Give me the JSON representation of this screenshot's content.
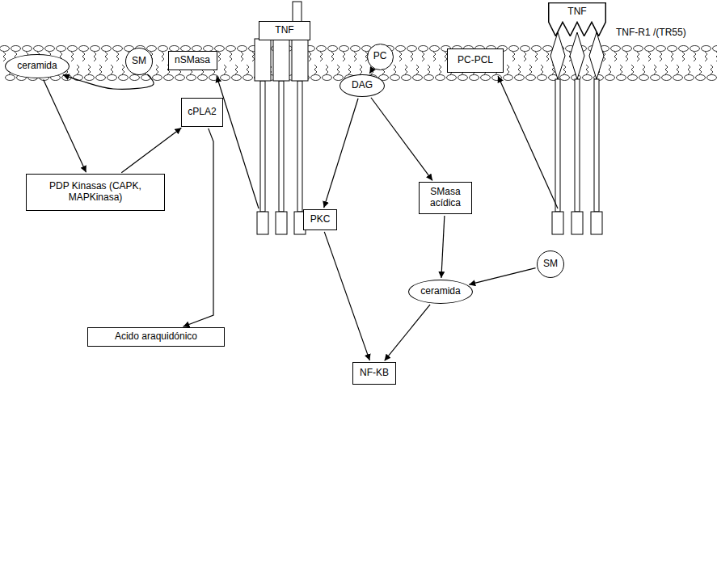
{
  "diagram": {
    "nodes": [
      {
        "text": [
          "TNF"
        ]
      },
      {
        "text": [
          "TNF"
        ]
      },
      {
        "text": [
          "SM"
        ]
      },
      {
        "text": [
          "nSMasa"
        ]
      },
      {
        "text": [
          "ceramida"
        ]
      },
      {
        "text": [
          "PC"
        ]
      },
      {
        "text": [
          "PC-PCL"
        ]
      },
      {
        "text": [
          "DAG"
        ]
      },
      {
        "text": [
          "cPLA2"
        ]
      },
      {
        "text": [
          "PDP Kinasas (CAPK, MAPKinasa)"
        ]
      },
      {
        "text": [
          "PKC"
        ]
      },
      {
        "text": [
          "SMasa acídica"
        ]
      },
      {
        "text": [
          "SM"
        ]
      },
      {
        "text": [
          "ceramida"
        ]
      },
      {
        "text": [
          "Acido araquidónico"
        ]
      },
      {
        "text": [
          "NF-KB"
        ]
      }
    ],
    "edges": [
      {
        "from": 2,
        "to": 4,
        "arrow": "to"
      },
      {
        "from": 4,
        "to": 9,
        "arrow": "to"
      },
      {
        "from": 9,
        "to": 8,
        "arrow": "to"
      },
      {
        "from": 8,
        "to": 14,
        "arrow": "to"
      },
      {
        "from": 5,
        "to": 7,
        "arrow": "to"
      },
      {
        "from": 7,
        "to": 10,
        "arrow": "to"
      },
      {
        "from": 7,
        "to": 11,
        "arrow": "to"
      },
      {
        "from": 11,
        "to": 13,
        "arrow": "to"
      },
      {
        "from": 12,
        "to": 13,
        "arrow": "to"
      },
      {
        "from": 10,
        "to": 15,
        "arrow": "to"
      },
      {
        "from": 13,
        "to": 15,
        "arrow": "to"
      }
    ],
    "labels": [
      "TNF-R1 /(TR55)"
    ]
  }
}
